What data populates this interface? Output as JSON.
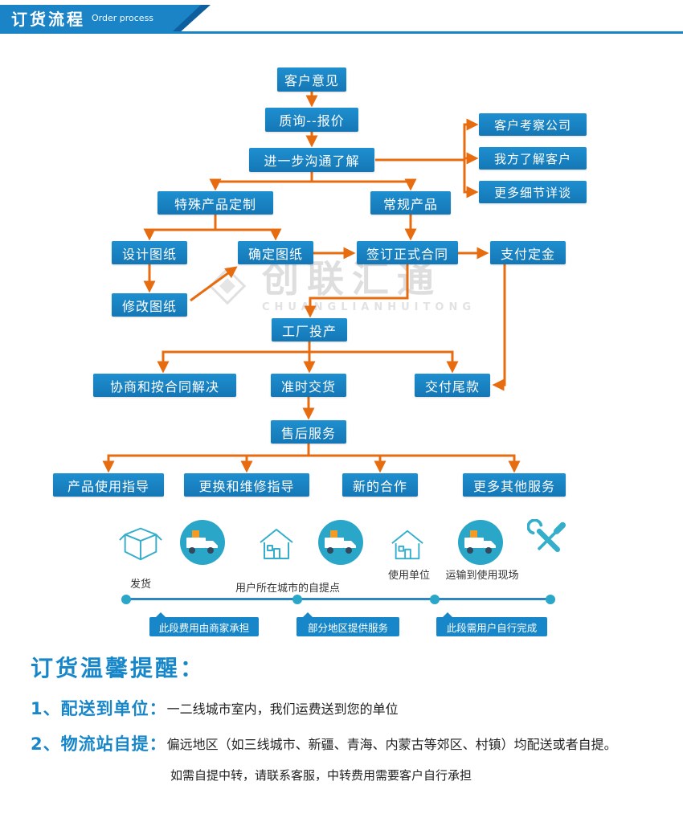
{
  "header": {
    "title": "订货流程",
    "subtitle": "Order process"
  },
  "watermark": {
    "name": "创联汇通",
    "latin": "CHUANGLIANHUITONG"
  },
  "flow": {
    "nodes": [
      {
        "label": "客户意见"
      },
      {
        "label": "质询--报价"
      },
      {
        "label": "进一步沟通了解"
      },
      {
        "label": "客户考察公司"
      },
      {
        "label": "我方了解客户"
      },
      {
        "label": "更多细节详谈"
      },
      {
        "label": "特殊产品定制"
      },
      {
        "label": "常规产品"
      },
      {
        "label": "设计图纸"
      },
      {
        "label": "确定图纸"
      },
      {
        "label": "签订正式合同"
      },
      {
        "label": "支付定金"
      },
      {
        "label": "修改图纸"
      },
      {
        "label": "工厂投产"
      },
      {
        "label": "协商和按合同解决"
      },
      {
        "label": "准时交货"
      },
      {
        "label": "交付尾款"
      },
      {
        "label": "售后服务"
      },
      {
        "label": "产品使用指导"
      },
      {
        "label": "更换和维修指导"
      },
      {
        "label": "新的合作"
      },
      {
        "label": "更多其他服务"
      }
    ]
  },
  "shipping": {
    "labels": {
      "ship": "发货",
      "pickup_point": "用户所在城市的自提点",
      "use_unit": "使用单位",
      "transport_site": "运输到使用现场"
    },
    "segments": [
      "此段费用由商家承担",
      "部分地区提供服务",
      "此段需用户自行完成"
    ]
  },
  "notes": {
    "title": "订货温馨提醒：",
    "item1_label": "1、配送到单位：",
    "item1_text": "一二线城市室内，我们运费送到您的单位",
    "item2_label": "2、物流站自提：",
    "item2_text": "偏远地区（如三线城市、新疆、青海、内蒙古等郊区、村镇）均配送或者自提。",
    "item3_text": "如需自提中转，请联系客服，中转费用需要客户自行承担"
  },
  "colors": {
    "accent_blue": "#1787c9",
    "arrow_orange": "#e76c10",
    "icon_teal": "#2fa9c9",
    "timeline_blue": "#2e86c0",
    "watermark_gray": "#c9c9c9"
  }
}
